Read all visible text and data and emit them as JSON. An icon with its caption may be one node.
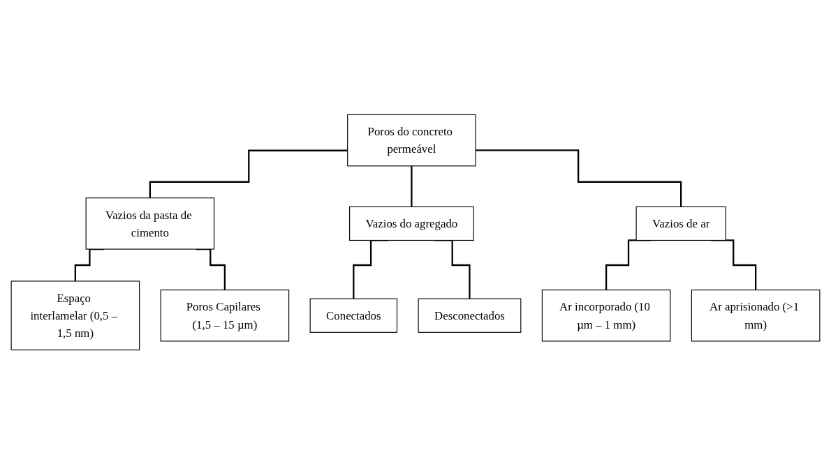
{
  "diagram": {
    "nodes": [
      {
        "text": [
          "Poros do concreto permeável"
        ]
      },
      {
        "text": [
          "Vazios da pasta de cimento"
        ]
      },
      {
        "text": [
          "Vazios do agregado"
        ]
      },
      {
        "text": [
          "Vazios de ar"
        ]
      },
      {
        "text": [
          "Conectados"
        ]
      },
      {
        "text": [
          "Desconectados"
        ]
      },
      {
        "text": [
          "Espaço interlamelar (0,5 – 1,5 nm)"
        ]
      },
      {
        "text": [
          "Poros Capilares (1,5 – 15 µm)"
        ]
      },
      {
        "text": [
          "Ar incorporado (10 µm – 1 mm)"
        ]
      },
      {
        "text": [
          "Ar aprisionado (>1 mm)"
        ]
      }
    ],
    "edges": [
      {
        "from": 0,
        "to": 1,
        "arrow": "none"
      },
      {
        "from": 0,
        "to": 2,
        "arrow": "none"
      },
      {
        "from": 0,
        "to": 3,
        "arrow": "none"
      },
      {
        "from": 2,
        "to": 4,
        "arrow": "none"
      },
      {
        "from": 2,
        "to": 5,
        "arrow": "none"
      },
      {
        "from": 1,
        "to": 6,
        "arrow": "none"
      },
      {
        "from": 1,
        "to": 7,
        "arrow": "none"
      },
      {
        "from": 3,
        "to": 8,
        "arrow": "none"
      },
      {
        "from": 3,
        "to": 9,
        "arrow": "none"
      }
    ]
  }
}
